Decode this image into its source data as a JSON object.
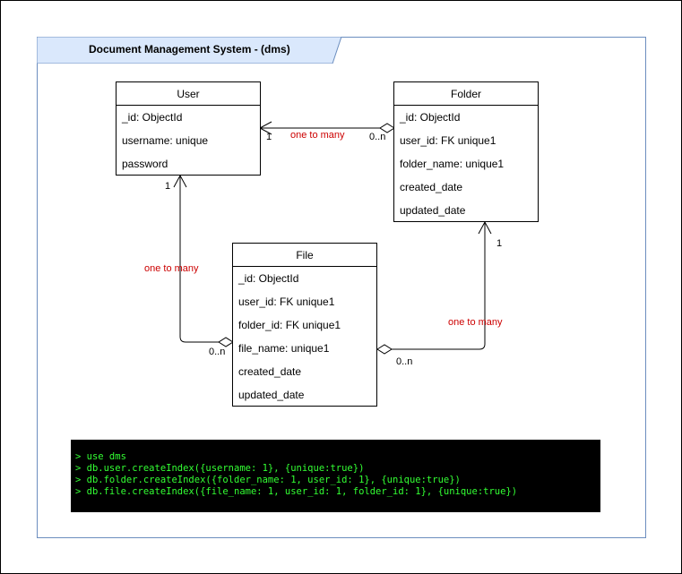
{
  "diagram": {
    "title": "Document Management System - (dms)",
    "colors": {
      "frame_border": "#6c8ebf",
      "tab_fill": "#dae8fc",
      "relation_label": "#cc0000",
      "console_bg": "#000000",
      "console_text": "#33ff33"
    },
    "entities": {
      "user": {
        "name": "User",
        "fields": [
          "_id: ObjectId",
          "username: unique",
          "password"
        ]
      },
      "folder": {
        "name": "Folder",
        "fields": [
          "_id: ObjectId",
          "user_id: FK unique1",
          "folder_name: unique1",
          "created_date",
          "updated_date"
        ]
      },
      "file": {
        "name": "File",
        "fields": [
          "_id: ObjectId",
          "user_id: FK unique1",
          "folder_id: FK unique1",
          "file_name: unique1",
          "created_date",
          "updated_date"
        ]
      }
    },
    "relations": {
      "folder_user": {
        "label": "one to many",
        "one_end": "1",
        "many_end": "0..n"
      },
      "file_user": {
        "label": "one to many",
        "one_end": "1",
        "many_end": "0..n"
      },
      "file_folder": {
        "label": "one to many",
        "one_end": "1",
        "many_end": "0..n"
      }
    },
    "console": {
      "lines": [
        "> use dms",
        "> db.user.createIndex({username: 1}, {unique:true})",
        "> db.folder.createIndex({folder_name: 1, user_id: 1}, {unique:true})",
        "> db.file.createIndex({file_name: 1, user_id: 1, folder_id: 1}, {unique:true})"
      ]
    }
  }
}
